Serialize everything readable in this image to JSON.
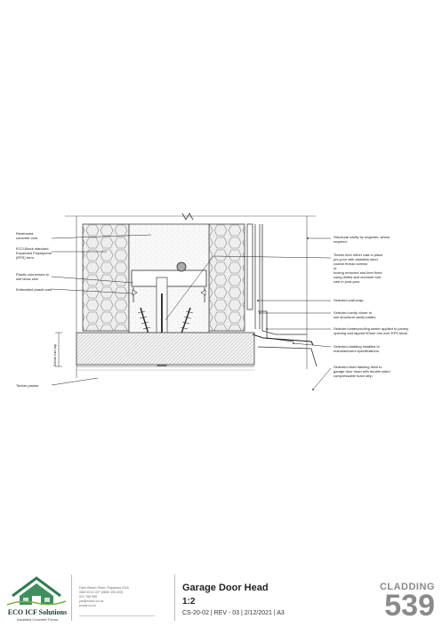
{
  "labels_left": [
    "Reinforced",
    "concrete core.",
    "ECO-Block standard",
    "Expanded Polystyrene",
    "(EPS) form.",
    "Plastic connectors to",
    "suit block size.",
    "Embedded plastic web.",
    "Timber packer."
  ],
  "labels_right": [
    "Structural cavity by engineer, where",
    "required.",
    "Timber liner either cast in place",
    "pre-pour with stainless steel",
    "coarse thread screws",
    "or",
    "boxing removed and liner fixed",
    "using drilled and chemset bolt",
    "cast in post-pour.",
    "Selected wall wrap.",
    "Selected cavity closer to",
    "suit structural cavity batten.",
    "Selected waterproofing sealer applied to joinery",
    "opening and lapped 50mm min over EPS block.",
    "Selected cladding installed to",
    "manufacturers specifications.",
    "Selected head flashing fixed to",
    "garage door head with double sided",
    "compressable foam strip."
  ],
  "dimension_label": "50mm min lap",
  "footer": {
    "company": "ECO ICF Solutions",
    "tagline": "Insulated Concrete Forms",
    "contact": [
      "Farm Beach Place, Papamoa 3118",
      "0800 ECO ICF (0800 326 423)",
      "021 768 999",
      "joe@ecoicf.co.nz",
      "ecoicf.co.nz"
    ],
    "title": "Garage Door Head",
    "scale": "1:2",
    "meta": "CS-20-02 | REV - 03 | 2/12/2021 | A3",
    "category": "CLADDING",
    "page": "539"
  },
  "colors": {
    "line": "#333333",
    "eps_fill": "#ededed",
    "concrete_fill": "#f7f7f7",
    "header_gray": "#8a8a8a",
    "brand_green": "#2e7d4f"
  }
}
